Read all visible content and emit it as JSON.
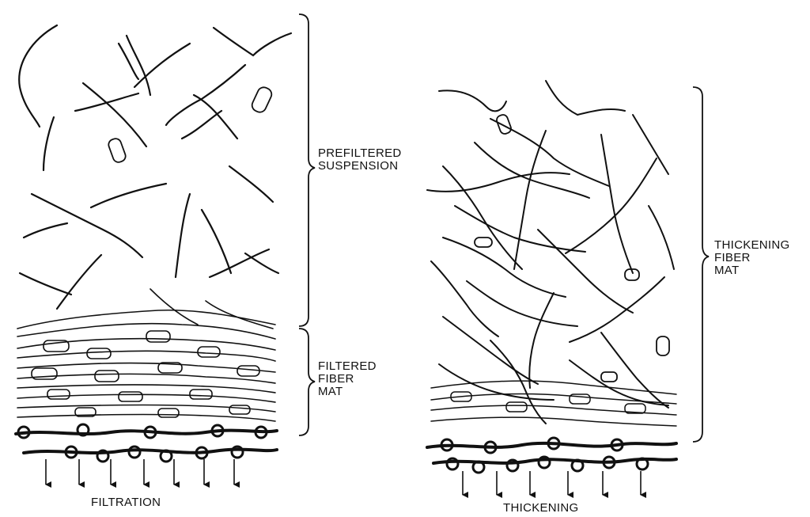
{
  "labels": {
    "prefiltered": [
      "PREFILTERED",
      "SUSPENSION"
    ],
    "filtered": [
      "FILTERED",
      "FIBER",
      "MAT"
    ],
    "thickening_mat": [
      "THICKENING",
      "FIBER",
      "MAT"
    ],
    "filtration": "FILTRATION",
    "thickening": "THICKENING"
  },
  "colors": {
    "ink": "#111111",
    "paper": "#ffffff"
  }
}
